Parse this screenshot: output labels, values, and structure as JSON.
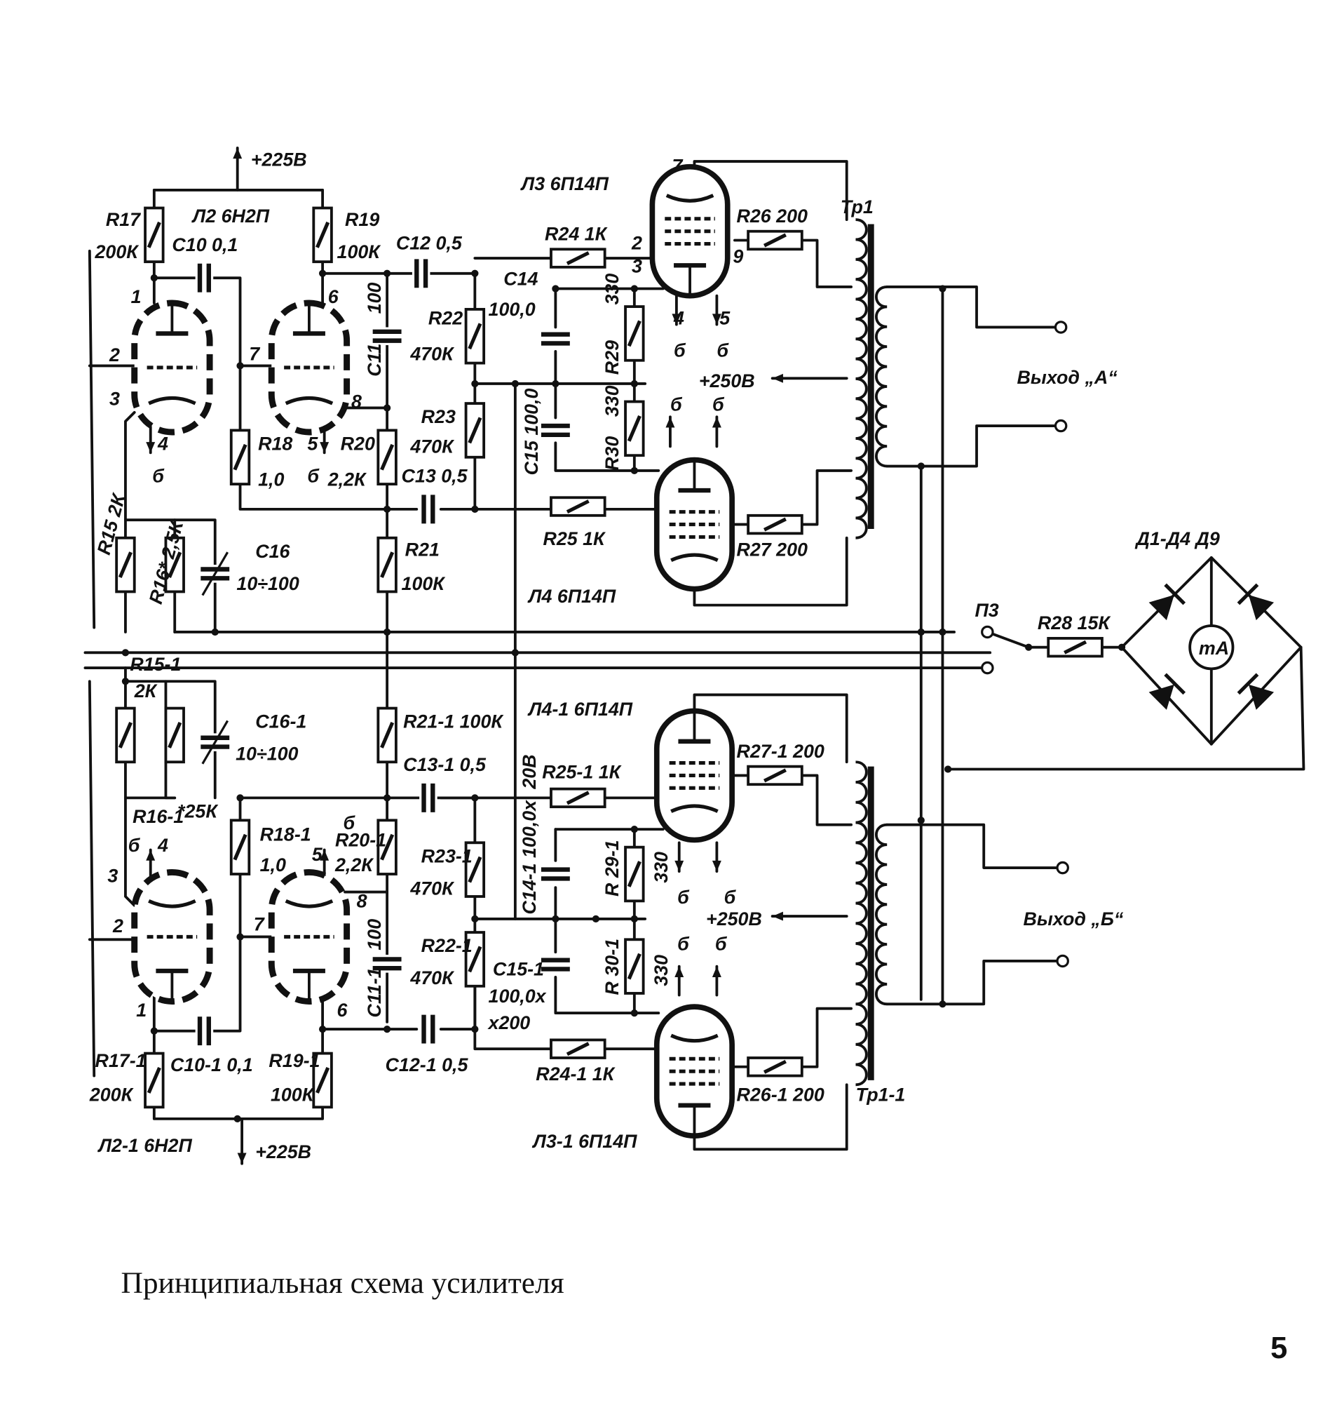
{
  "caption": "Принципиальная схема усилителя",
  "page_number": "5",
  "labels": {
    "v_top": "+225В",
    "l2": "Л2 6Н2П",
    "r17": "R17",
    "r17v": "200К",
    "c10": "С10 0,1",
    "r19": "R19",
    "r19v": "100К",
    "c12": "С12 0,5",
    "l3": "Л3 6П14П",
    "r24": "R24 1К",
    "r26": "R26 200",
    "tr1": "Тр1",
    "p7": "7",
    "p2a": "2",
    "p3a": "3",
    "p9": "9",
    "p4a": "4",
    "p5a": "5",
    "b1": "б",
    "b2": "б",
    "c14": "С14",
    "c14v": "100,0",
    "r22": "R22",
    "r22v": "470К",
    "r29v": "330",
    "r29": "R29",
    "v250a": "+250В",
    "b3": "б",
    "b4": "б",
    "r23": "R23",
    "r23v": "470К",
    "c15": "С15 100,0",
    "r30v": "330",
    "r30": "R30",
    "l2p1": "1",
    "l2p2": "2",
    "l2p3": "3",
    "l2p7": "7",
    "l2p6": "6",
    "l2p8": "8",
    "l2p4": "4",
    "b5": "б",
    "l2p5": "5",
    "b6": "б",
    "r18": "R18",
    "r18v": "1,0",
    "r20": "R20",
    "r20v": "2,2К",
    "c13": "С13 0,5",
    "c11": "С11",
    "c11v": "100",
    "r15": "R15 2К",
    "r16": "R16* 2,5К",
    "c16": "С16",
    "c16v": "10÷100",
    "r21": "R21",
    "r21v": "100К",
    "r25": "R25 1К",
    "r27": "R27 200",
    "l4": "Л4 6П14П",
    "out_a": "Выход „А“",
    "d14": "Д1-Д4 Д9",
    "p3sw": "П3",
    "r28": "R28 15К",
    "ma": "mA",
    "r15_1": "R15-1",
    "r15_1v": "2К",
    "c16_1": "С16-1",
    "c16_1v": "10÷100",
    "r21_1": "R21-1 100К",
    "l4_1": "Л4-1 6П14П",
    "c13_1": "С13-1 0,5",
    "v20": "20В",
    "r25_1": "R25-1 1К",
    "r27_1": "R27-1 200",
    "r16_1": "R16-1",
    "r16_1v": "*25К",
    "b7": "б",
    "bp4": "4",
    "r18_1": "R18-1",
    "r18_1v": "1,0",
    "b8": "б",
    "r20_1": "R20-1",
    "bp5": "5",
    "r20_1v": "2,2К",
    "r23_1": "R23-1",
    "r23_1v": "470К",
    "c14_1": "С14-1 100,0х",
    "r29_1": "R 29-1",
    "r29_1v": "330",
    "b9": "б",
    "b10": "б",
    "v250b": "+250В",
    "b11": "б",
    "b12": "б",
    "bp3": "3",
    "bp2": "2",
    "bp7": "7",
    "bp8": "8",
    "c11_1v": "100",
    "c11_1": "С11-1",
    "r22_1": "R22-1",
    "r22_1v": "470К",
    "c15_1": "С15-1",
    "c15_1v": "100,0х",
    "c15_1x": "х200",
    "r30_1": "R 30-1",
    "r30_1v": "330",
    "out_b": "Выход „Б“",
    "bp1": "1",
    "bp6": "6",
    "r17_1": "R17-1",
    "r17_1v": "200К",
    "c10_1": "С10-1 0,1",
    "r19_1": "R19-1",
    "r19_1v": "100К",
    "c12_1": "С12-1 0,5",
    "r24_1": "R24-1 1К",
    "r26_1": "R26-1 200",
    "tr1_1": "Тр1-1",
    "l2_1": "Л2-1 6Н2П",
    "v_bot": "+225В",
    "l3_1": "Л3-1 6П14П"
  }
}
